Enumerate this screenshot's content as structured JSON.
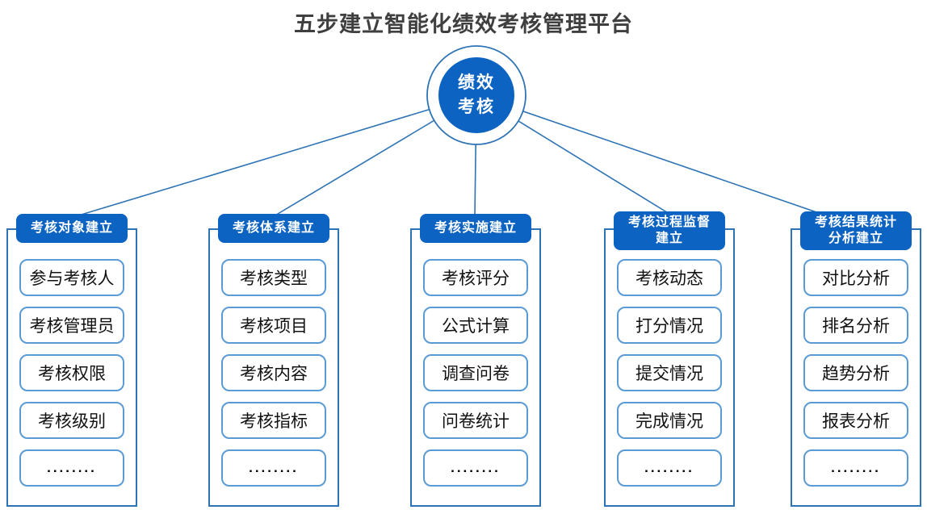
{
  "title": "五步建立智能化绩效考核管理平台",
  "hub": {
    "label_line1": "绩效",
    "label_line2": "考核"
  },
  "colors": {
    "primary_blue": "#0d63c1",
    "container_border": "#2e74b5",
    "item_border": "#5b9bd5",
    "connector": "#2e74b5",
    "title_text": "#3f3f3f"
  },
  "columns": [
    {
      "header": "考核对象建立",
      "items": [
        "参与考核人",
        "考核管理员",
        "考核权限",
        "考核级别",
        "........"
      ]
    },
    {
      "header": "考核体系建立",
      "items": [
        "考核类型",
        "考核项目",
        "考核内容",
        "考核指标",
        "........"
      ]
    },
    {
      "header": "考核实施建立",
      "items": [
        "考核评分",
        "公式计算",
        "调查问卷",
        "问卷统计",
        "........"
      ]
    },
    {
      "header": "考核过程监督\n建立",
      "items": [
        "考核动态",
        "打分情况",
        "提交情况",
        "完成情况",
        "........"
      ]
    },
    {
      "header": "考核结果统计\n分析建立",
      "items": [
        "对比分析",
        "排名分析",
        "趋势分析",
        "报表分析",
        "........"
      ]
    }
  ]
}
